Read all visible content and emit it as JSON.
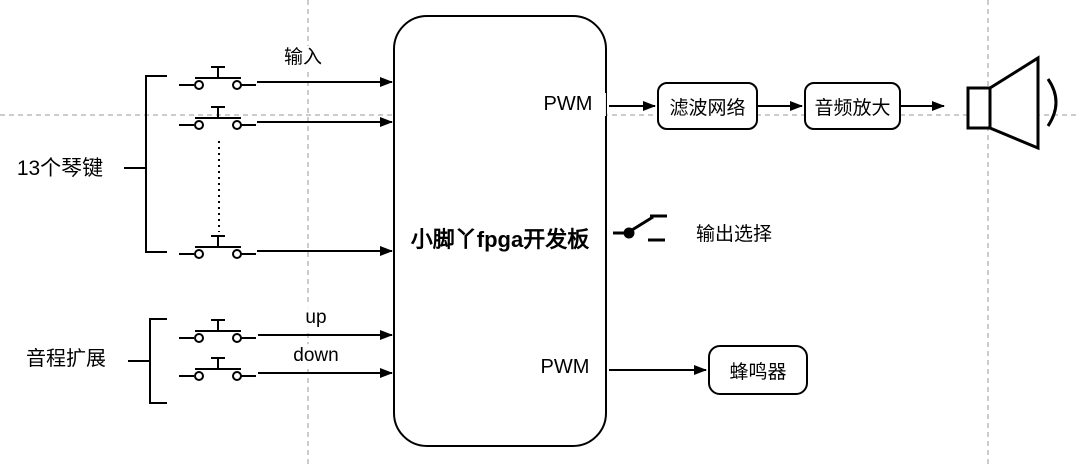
{
  "board": {
    "label": "小脚丫fpga开发板",
    "pwm_top": "PWM",
    "pwm_bottom": "PWM"
  },
  "inputs": {
    "group_keys": "13个琴键",
    "arrow_label": "输入",
    "group_extension": "音程扩展",
    "up": "up",
    "down": "down"
  },
  "audio_path": {
    "filter": "滤波网络",
    "amplifier": "音频放大",
    "buzzer": "蜂鸣器",
    "output_select": "输出选择"
  },
  "icons": {
    "push_button": "push-button-icon",
    "toggle_switch": "toggle-switch-icon",
    "speaker": "speaker-icon"
  },
  "colors": {
    "line": "#000000",
    "guideline": "#cccccc",
    "background": "#ffffff"
  }
}
